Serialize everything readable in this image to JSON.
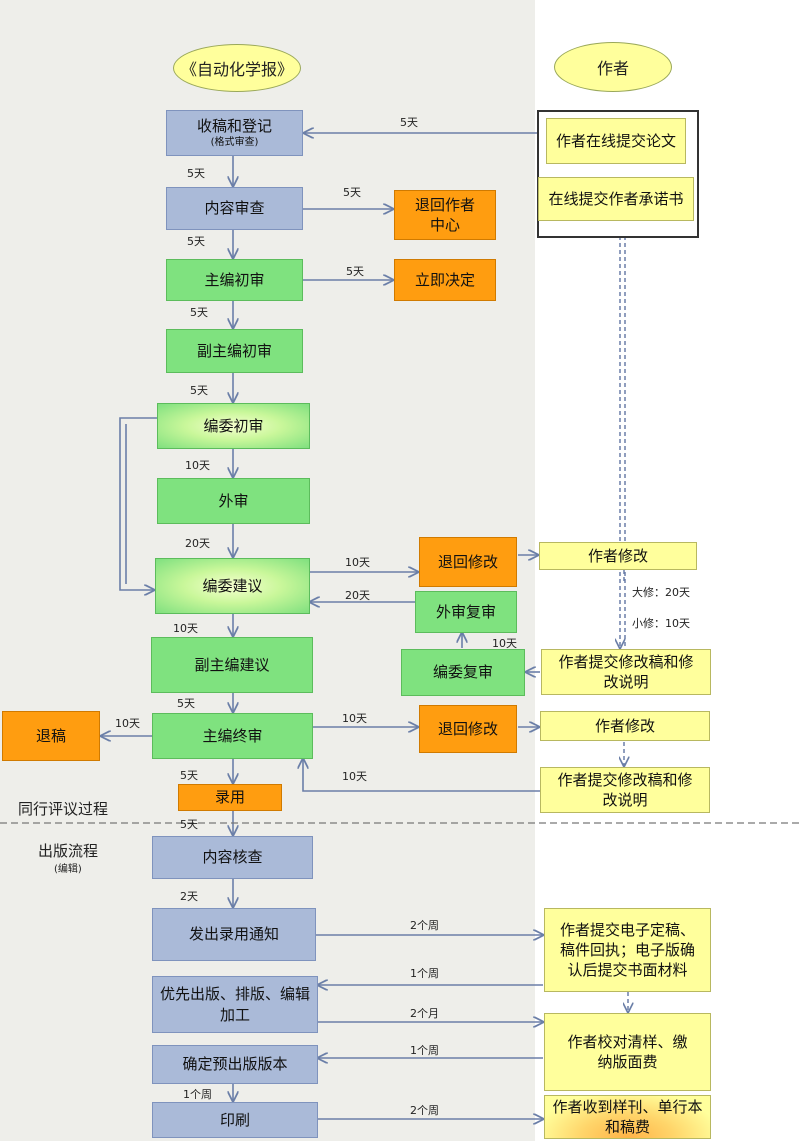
{
  "headers": {
    "journal": "《自动化学报》",
    "author": "作者"
  },
  "sections": {
    "peer_review": "同行评议过程",
    "publishing": "出版流程",
    "publishing_sub": "(编辑)"
  },
  "nodes": {
    "receive": "收稿和登记",
    "receive_sub": "(格式审查)",
    "content_review": "内容审查",
    "return_center": "退回作者中心",
    "chief_initial": "主编初审",
    "immediate": "立即决定",
    "deputy_initial": "副主编初审",
    "board_initial": "编委初审",
    "external": "外审",
    "board_suggest": "编委建议",
    "return_mod1": "退回修改",
    "author_mod1": "作者修改",
    "ext_rereview": "外审复审",
    "deputy_suggest": "副主编建议",
    "board_rereview": "编委复审",
    "author_submit_mod1": "作者提交修改稿和修改说明",
    "reject": "退稿",
    "chief_final": "主编终审",
    "return_mod2": "退回修改",
    "author_mod2": "作者修改",
    "accept": "录用",
    "author_submit_mod2": "作者提交修改稿和修改说明",
    "submit_online": "作者在线提交论文",
    "commitment": "在线提交作者承诺书",
    "content_check": "内容核查",
    "notice": "发出录用通知",
    "author_electronic": "作者提交电子定稿、稿件回执；电子版确认后提交书面材料",
    "priority_pub": "优先出版、排版、编辑加工",
    "proofread": "作者校对清样、缴纳版面费",
    "prepub": "确定预出版版本",
    "printing": "印刷",
    "author_receive": "作者收到样刊、单行本和稿费"
  },
  "labels": {
    "l_5d_submit": "5天",
    "l_5d_1": "5天",
    "l_5d_return": "5天",
    "l_5d_2": "5天",
    "l_5d_immediate": "5天",
    "l_5d_3": "5天",
    "l_5d_4": "5天",
    "l_10d_1": "10天",
    "l_20d": "20天",
    "l_10d_return": "10天",
    "l_20d_back": "20天",
    "l_10d_board": "10天",
    "l_10d_rereview": "10天",
    "major": "大修：20天",
    "minor": "小修：10天",
    "l_5d_5": "5天",
    "l_10d_reject": "10天",
    "l_10d_return2": "10天",
    "l_10d_back2": "10天",
    "l_5d_6": "5天",
    "l_5d_7": "5天",
    "l_2d": "2天",
    "l_2w_1": "2个周",
    "l_1w_1": "1个周",
    "l_2m": "2个月",
    "l_1w_2": "1个周",
    "l_1w_3": "1个周",
    "l_2w_2": "2个周"
  },
  "colors": {
    "blue": "#aabad8",
    "green": "#7fe27f",
    "orange": "#ff9d10",
    "yellow": "#ffff9c",
    "oval": "#ffff9c",
    "left_bg": "#eeeeea"
  }
}
